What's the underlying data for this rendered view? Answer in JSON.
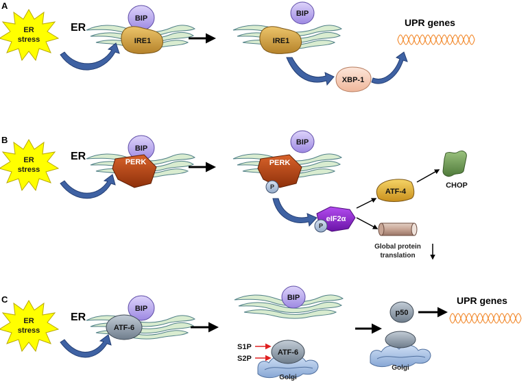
{
  "panels": {
    "a": {
      "letter": "A",
      "stress_line1": "ER",
      "stress_line2": "stress",
      "er_label": "ER",
      "bip": "BIP",
      "sensor": "IRE1",
      "bip_released": "BIP",
      "sensor_active": "IRE1",
      "effector": "XBP-1",
      "output": "UPR genes"
    },
    "b": {
      "letter": "B",
      "stress_line1": "ER",
      "stress_line2": "stress",
      "er_label": "ER",
      "bip": "BIP",
      "sensor": "PERK",
      "bip_released": "BIP",
      "sensor_active": "PERK",
      "phospho": "P",
      "eif": "eIF2α",
      "eif_phospho": "P",
      "atf4": "ATF-4",
      "chop": "CHOP",
      "translation_line1": "Global protein",
      "translation_line2": "translation"
    },
    "c": {
      "letter": "C",
      "stress_line1": "ER",
      "stress_line2": "stress",
      "er_label": "ER",
      "bip": "BIP",
      "sensor": "ATF-6",
      "bip_released": "BIP",
      "s1p": "S1P",
      "s2p": "S2P",
      "atf6_golgi": "ATF-6",
      "golgi1": "Golgi",
      "p50": "p50",
      "golgi2": "Golgi",
      "output": "UPR genes"
    }
  },
  "colors": {
    "stress_star": "#ffff00",
    "er_membrane": "#d9ecd0",
    "bip": "#b9a9ec",
    "ire1": "#d9a441",
    "perk": "#b8440f",
    "atf6": "#8e9aa8",
    "xbp1": "#f7d0bc",
    "eif2a": "#8a1fd1",
    "atf4": "#e5b43a",
    "chop": "#6e9a55",
    "golgi": "#a9c4ea",
    "flow_arrow": "#3f62a3",
    "gene_wave": "#f28a2e",
    "protease_arrow": "#e02020"
  }
}
